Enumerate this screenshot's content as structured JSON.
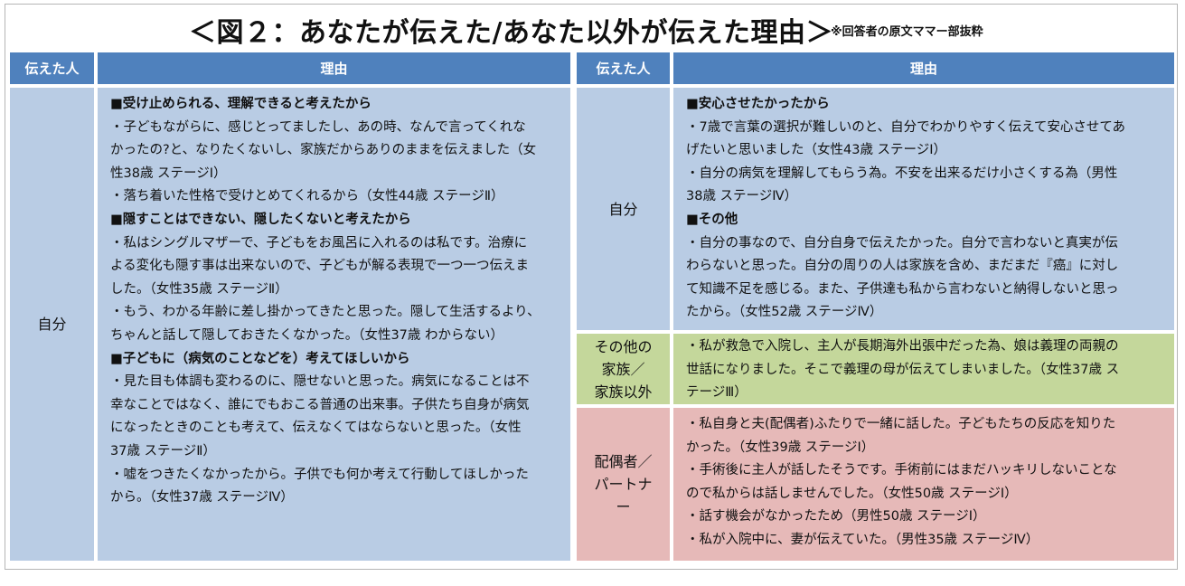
{
  "title": "＜図２：あなたが伝えた/あなた以外が伝えた理由＞",
  "note": "※回答者の原文ママー部抜粋",
  "headers": {
    "who": "伝えた人",
    "reason": "理由"
  },
  "left": {
    "who": "自分",
    "lines": [
      {
        "text": "■受け止められる、理解できると考えたから",
        "heading": true
      },
      {
        "text": "・子どもながらに、感じとってましたし、あの時、なんで言ってくれな"
      },
      {
        "text": "かったの?と、なりたくないし、家族だからありのままを伝えました（女"
      },
      {
        "text": "性38歳 ステージⅠ）"
      },
      {
        "text": "・落ち着いた性格で受けとめてくれるから（女性44歳 ステージⅡ）"
      },
      {
        "text": "■隠すことはできない、隠したくないと考えたから",
        "heading": true
      },
      {
        "text": "・私はシングルマザーで、子どもをお風呂に入れるのは私です。治療に"
      },
      {
        "text": "よる変化も隠す事は出来ないので、子どもが解る表現で一つ一つ伝えま"
      },
      {
        "text": "した。（女性35歳 ステージⅡ）"
      },
      {
        "text": "・もう、わかる年齢に差し掛かってきたと思った。隠して生活するより、"
      },
      {
        "text": "ちゃんと話して隠しておきたくなかった。（女性37歳 わからない）"
      },
      {
        "text": "■子どもに（病気のことなどを）考えてほしいから",
        "heading": true
      },
      {
        "text": "・見た目も体調も変わるのに、隠せないと思った。病気になることは不"
      },
      {
        "text": "幸なことではなく、誰にでもおこる普通の出来事。子供たち自身が病気"
      },
      {
        "text": "になったときのことも考えて、伝えなくてはならないと思った。（女性"
      },
      {
        "text": "37歳 ステージⅡ）"
      },
      {
        "text": "・嘘をつきたくなかったから。子供でも何か考えて行動してほしかった"
      },
      {
        "text": "から。（女性37歳 ステージⅣ）"
      }
    ]
  },
  "right": [
    {
      "who": [
        "自分"
      ],
      "lines": [
        {
          "text": "■安心させたかったから",
          "heading": true
        },
        {
          "text": "・7歳で言葉の選択が難しいのと、自分でわかりやすく伝えて安心させてあ"
        },
        {
          "text": "げたいと思いました（女性43歳 ステージⅠ）"
        },
        {
          "text": "・自分の病気を理解してもらう為。不安を出来るだけ小さくする為（男性"
        },
        {
          "text": "38歳 ステージⅣ）"
        },
        {
          "text": "■その他",
          "heading": true
        },
        {
          "text": "・自分の事なので、自分自身で伝えたかった。自分で言わないと真実が伝"
        },
        {
          "text": "わらないと思った。自分の周りの人は家族を含め、まだまだ『癌』に対し"
        },
        {
          "text": "て知識不足を感じる。また、子供達も私から言わないと納得しないと思っ"
        },
        {
          "text": "たから。（女性52歳 ステージⅣ）"
        }
      ]
    },
    {
      "who": [
        "その他の",
        "家族／",
        "家族以外"
      ],
      "lines": [
        {
          "text": "・私が救急で入院し、主人が長期海外出張中だった為、娘は義理の両親の"
        },
        {
          "text": "世話になりました。そこで義理の母が伝えてしまいました。（女性37歳 ス"
        },
        {
          "text": "テージⅢ）"
        }
      ]
    },
    {
      "who": [
        "配偶者／",
        "パートナ",
        "ー"
      ],
      "lines": [
        {
          "text": "・私自身と夫(配偶者)ふたりで一緒に話した。子どもたちの反応を知りた"
        },
        {
          "text": "かった。（女性39歳 ステージⅠ）"
        },
        {
          "text": "・手術後に主人が話したそうです。手術前にはまだハッキリしないことな"
        },
        {
          "text": "ので私からは話しませんでした。（女性50歳 ステージⅠ）"
        },
        {
          "text": "・話す機会がなかったため（男性50歳 ステージⅠ）"
        },
        {
          "text": "・私が入院中に、妻が伝えていた。（男性35歳 ステージⅣ）"
        }
      ]
    }
  ],
  "colors": {
    "header": "#4f81bd",
    "self": "#b9cce4",
    "other_family": "#c4d79b",
    "partner": "#e6b9b8"
  }
}
